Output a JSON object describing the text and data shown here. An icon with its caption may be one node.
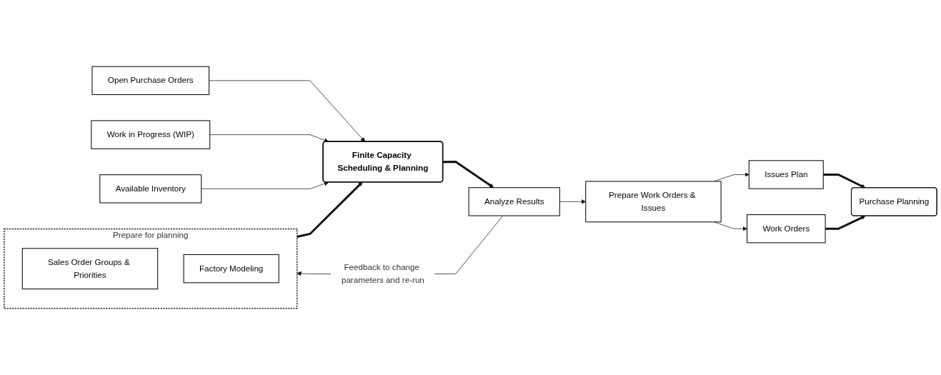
{
  "diagram": {
    "nodes": [
      {
        "text": [
          "Open Purchase Orders"
        ]
      },
      {
        "text": [
          "Work in Progress (WIP)"
        ]
      },
      {
        "text": [
          "Available Inventory"
        ]
      },
      {
        "text": [
          "Prepare for planning"
        ]
      },
      {
        "text": [
          "Sales Order Groups & Priorities"
        ],
        "in": 3
      },
      {
        "text": [
          "Factory Modeling"
        ],
        "in": 3
      },
      {
        "text": [
          "Finite Capacity Scheduling & Planning"
        ]
      },
      {
        "text": [
          "Analyze Results"
        ]
      },
      {
        "text": [
          "Prepare Work Orders & Issues"
        ]
      },
      {
        "text": [
          "Issues Plan"
        ]
      },
      {
        "text": [
          "Work Orders"
        ]
      },
      {
        "text": [
          "Purchase Planning"
        ]
      }
    ],
    "edges": [
      {
        "from": 0,
        "to": 6,
        "arrow": "to"
      },
      {
        "from": 1,
        "to": 6,
        "arrow": "to"
      },
      {
        "from": 2,
        "to": 6,
        "arrow": "to"
      },
      {
        "from": 3,
        "to": 6,
        "arrow": "to",
        "style": "thick"
      },
      {
        "from": 6,
        "to": 7,
        "arrow": "to",
        "style": "thick"
      },
      {
        "from": 7,
        "to": 8,
        "arrow": "to"
      },
      {
        "from": 8,
        "to": 9,
        "arrow": "to"
      },
      {
        "from": 8,
        "to": 10,
        "arrow": "to"
      },
      {
        "from": 9,
        "to": 11,
        "arrow": "to",
        "style": "thick"
      },
      {
        "from": 10,
        "to": 11,
        "arrow": "to",
        "style": "thick"
      },
      {
        "from": 7,
        "to": 3,
        "arrow": "to",
        "label": "Feedback to change parameters and re-run"
      }
    ]
  }
}
